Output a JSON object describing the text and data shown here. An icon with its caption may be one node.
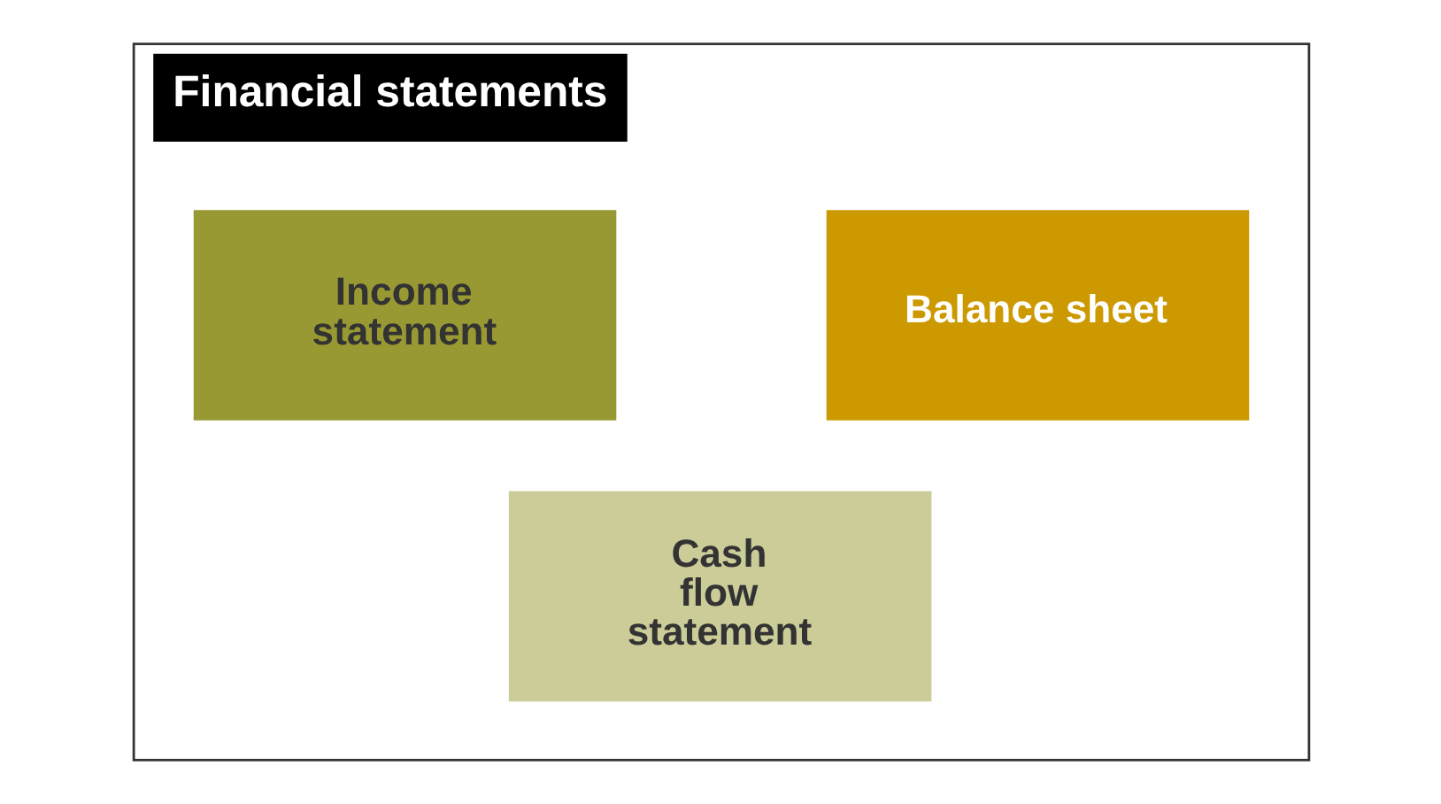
{
  "diagram": {
    "nodes": [
      {
        "text": [
          "Financial statements"
        ]
      },
      {
        "text": [
          "Balance sheet"
        ],
        "in": 0
      },
      {
        "text": [
          "Income statement"
        ],
        "in": 0
      },
      {
        "text": [
          "Cash flow statement"
        ],
        "in": 0
      }
    ]
  }
}
